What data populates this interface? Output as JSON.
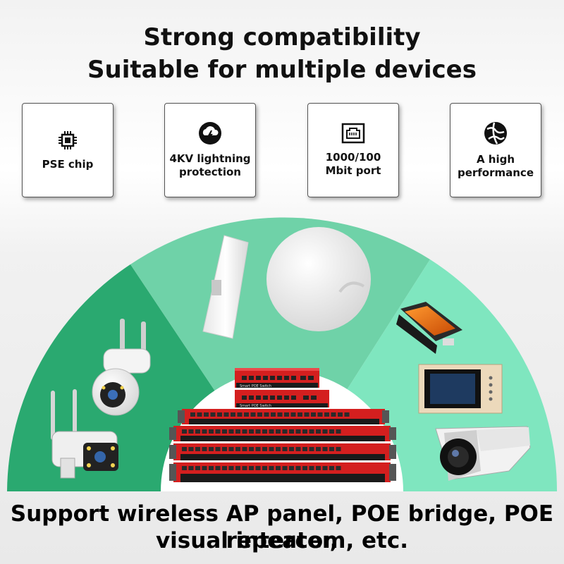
{
  "header": {
    "line1": "Strong compatibility",
    "line2": "Suitable for multiple devices"
  },
  "features": [
    {
      "icon": "chip-icon",
      "label": "PSE chip"
    },
    {
      "icon": "lightning-cloud-icon",
      "label_line1": "4KV lightning",
      "label_line2": "protection"
    },
    {
      "icon": "ethernet-port-icon",
      "label_line1": "1000/100",
      "label_line2": "Mbit port"
    },
    {
      "icon": "globe-icon",
      "label_line1": "A high",
      "label_line2": "performance"
    }
  ],
  "switch_labels": [
    "Smart POE Switch",
    "Smart POE Switch"
  ],
  "footer": {
    "line1": "Support wireless AP panel, POE bridge, POE repeater,",
    "line2": "visual intercom, etc."
  },
  "colors": {
    "left_sector": "#2aa970",
    "middle_sector": "#6fd2a8",
    "right_sector": "#7fe6bf",
    "switch_red": "#d41f1f"
  }
}
